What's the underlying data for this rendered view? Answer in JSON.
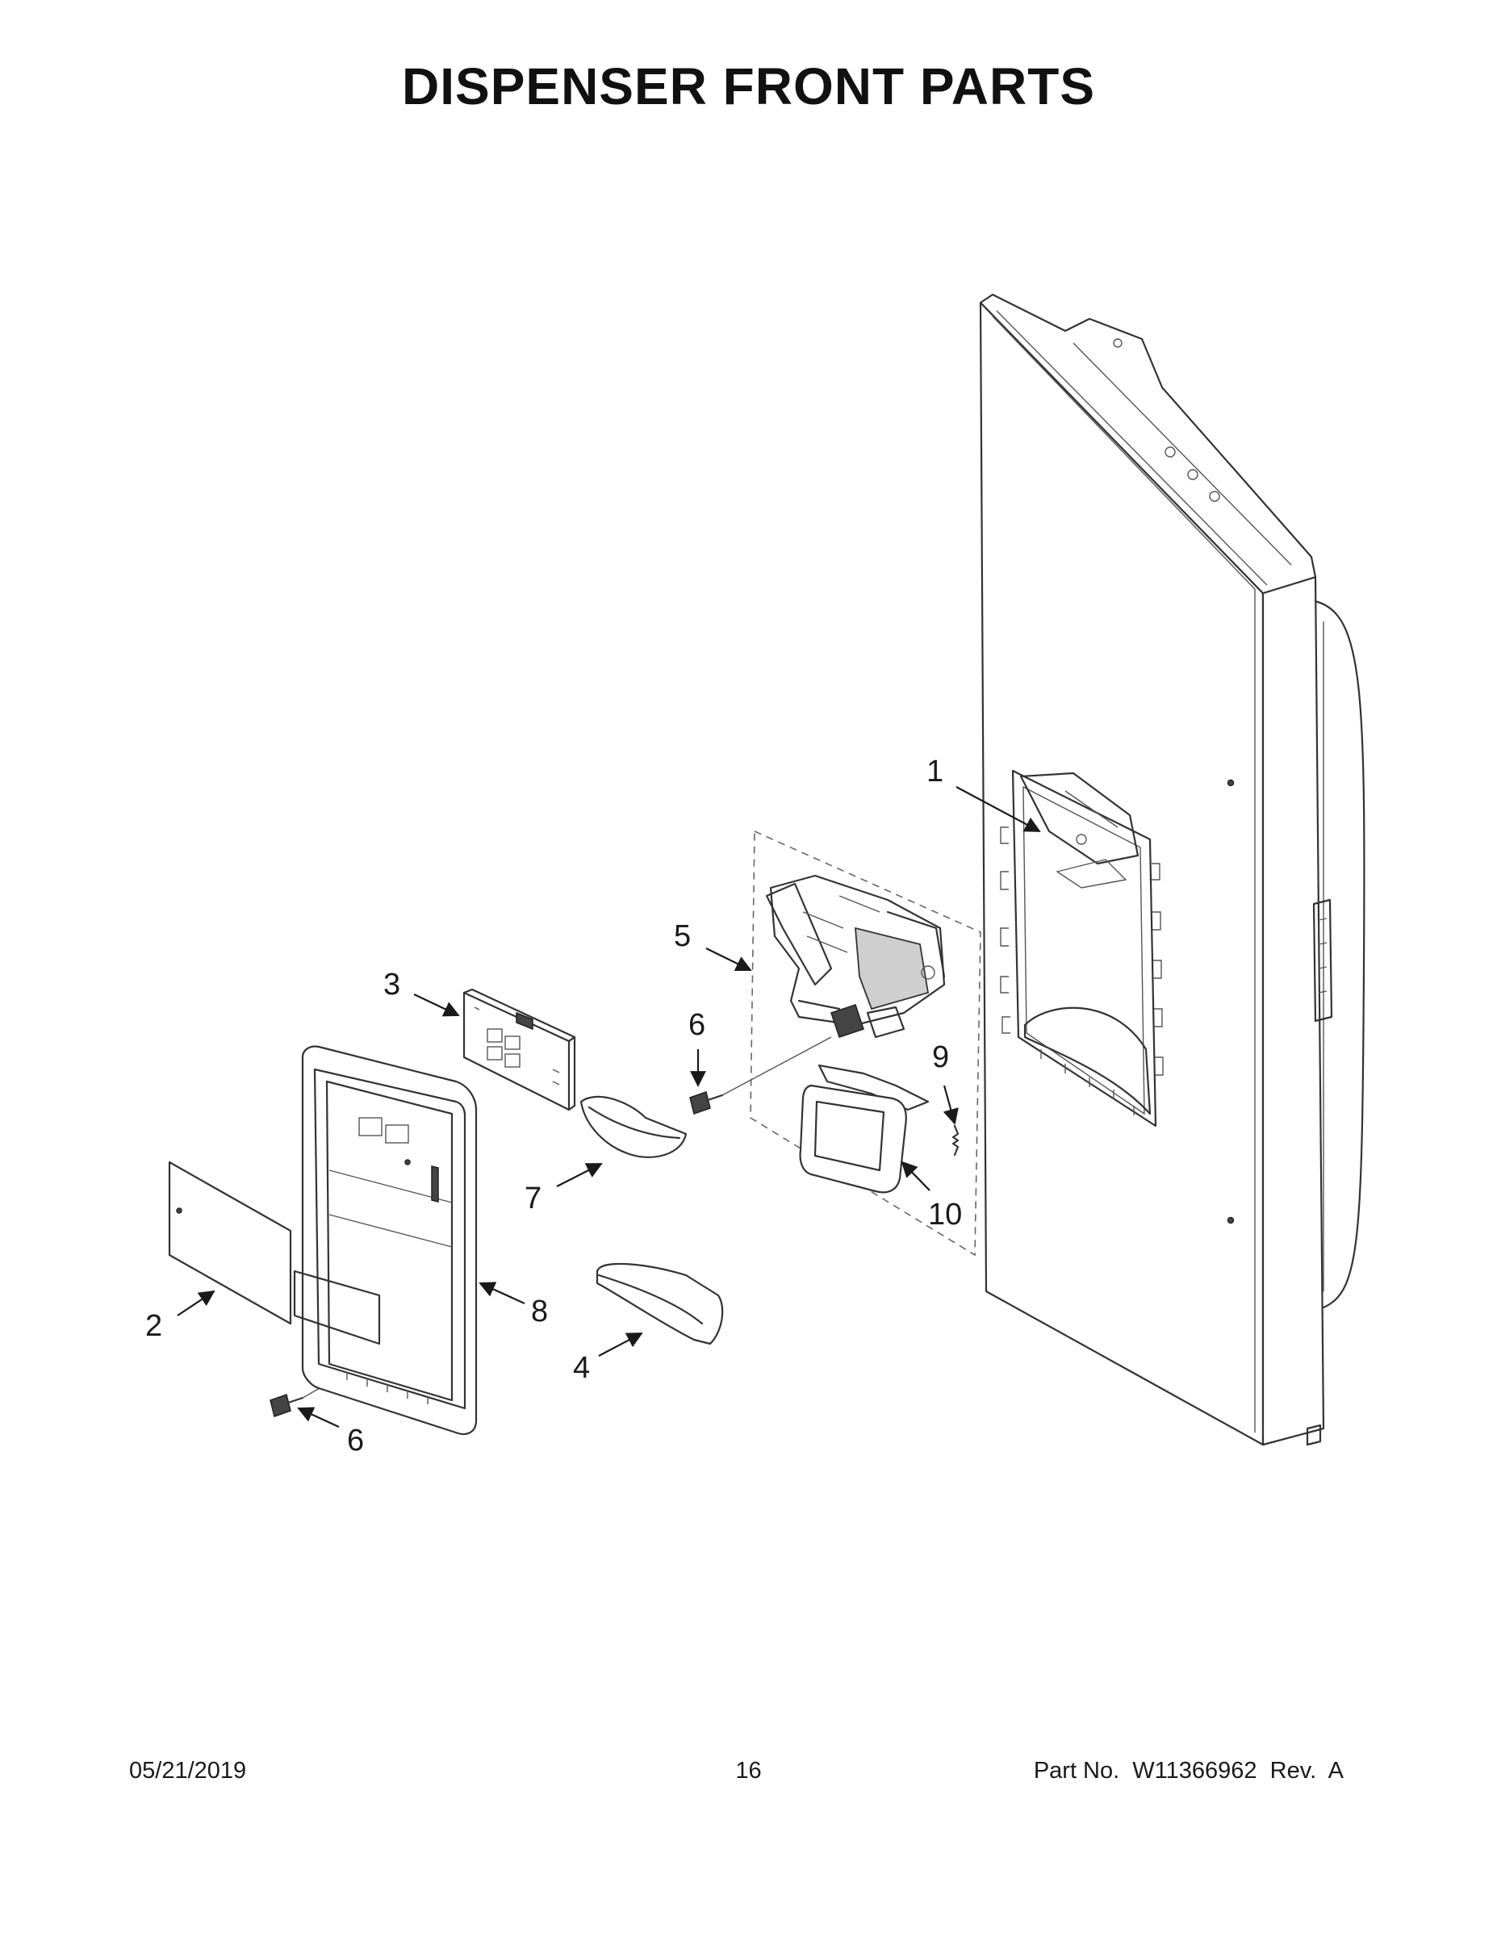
{
  "title": "DISPENSER FRONT PARTS",
  "callouts": {
    "c1": "1",
    "c2": "2",
    "c3": "3",
    "c4": "4",
    "c5": "5",
    "c6a": "6",
    "c6b": "6",
    "c7": "7",
    "c8": "8",
    "c9": "9",
    "c10": "10"
  },
  "footer": {
    "date": "05/21/2019",
    "page": "16",
    "part_no": "Part No.  W11366962  Rev.  A"
  }
}
